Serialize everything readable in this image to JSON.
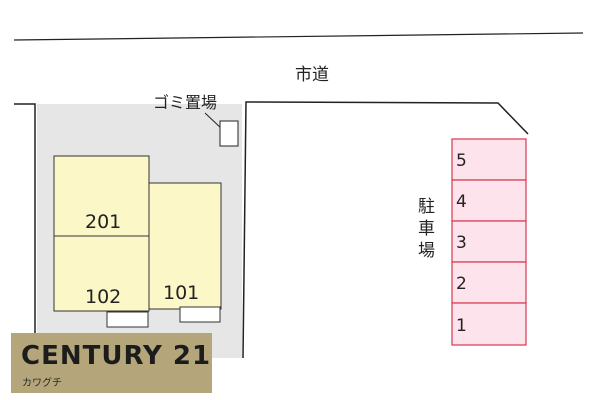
{
  "road": {
    "label": "市道"
  },
  "garbage": {
    "label": "ゴミ置場"
  },
  "units": [
    {
      "label": "201"
    },
    {
      "label": "102"
    },
    {
      "label": "101"
    }
  ],
  "parking": {
    "label_chars": [
      "駐",
      "車",
      "場"
    ],
    "spaces": [
      "5",
      "4",
      "3",
      "2",
      "1"
    ]
  },
  "logo": {
    "brand": "CENTURY 21",
    "sub": "カワグチ"
  },
  "colors": {
    "lot_fill": "#e6e6e6",
    "building_fill": "#fbf7c7",
    "parking_fill": "#fde3ec",
    "parking_stroke": "#d6374f",
    "logo_fill": "#b5a57a"
  }
}
